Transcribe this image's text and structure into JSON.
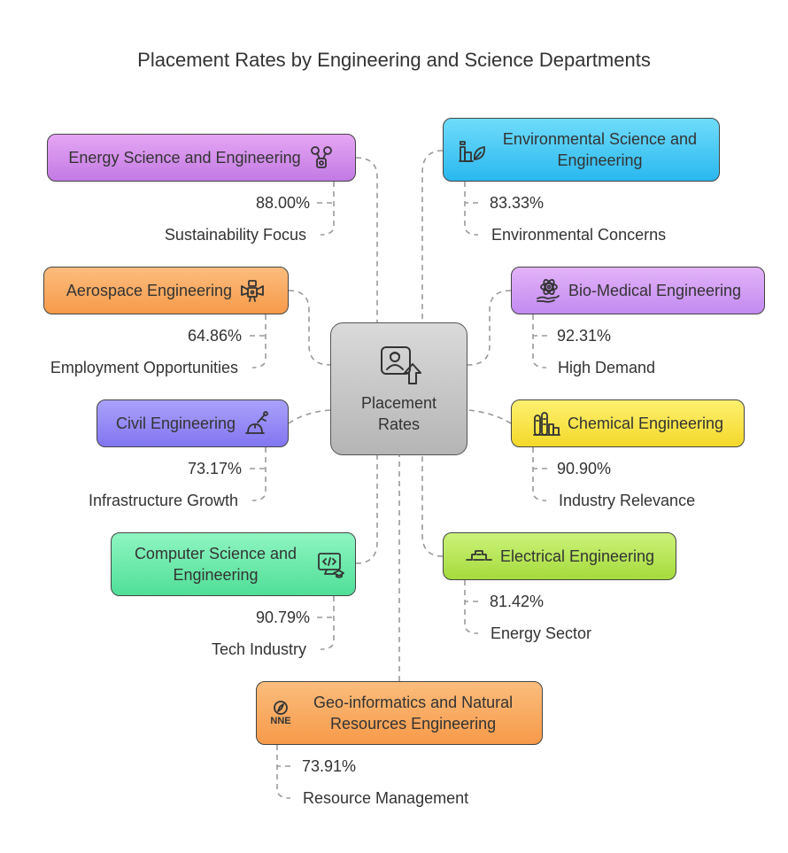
{
  "title": "Placement Rates by Engineering and Science Departments",
  "center": {
    "line1": "Placement",
    "line2": "Rates",
    "icon": "profile-upload-icon"
  },
  "departments": [
    {
      "name": "Energy Science and Engineering",
      "rate": "88.00%",
      "note": "Sustainability Focus",
      "icon": "engine-icon",
      "color": "#d38cf0"
    },
    {
      "name": "Environmental Science and Engineering",
      "rate": "83.33%",
      "note": "Environmental Concerns",
      "icon": "eco-factory-icon",
      "color": "#44c6f5"
    },
    {
      "name": "Aerospace Engineering",
      "rate": "64.86%",
      "note": "Employment Opportunities",
      "icon": "satellite-icon",
      "color": "#f9aa62"
    },
    {
      "name": "Bio-Medical Engineering",
      "rate": "92.31%",
      "note": "High Demand",
      "icon": "atom-hand-icon",
      "color": "#d49ef5"
    },
    {
      "name": "Civil Engineering",
      "rate": "73.17%",
      "note": "Infrastructure Growth",
      "icon": "crane-helmet-icon",
      "color": "#9489f6"
    },
    {
      "name": "Chemical Engineering",
      "rate": "90.90%",
      "note": "Industry Relevance",
      "icon": "chemical-plant-icon",
      "color": "#f9e34a"
    },
    {
      "name": "Computer Science and Engineering",
      "rate": "90.79%",
      "note": "Tech Industry",
      "icon": "code-screen-icon",
      "color": "#6fecab"
    },
    {
      "name": "Electrical Engineering",
      "rate": "81.42%",
      "note": "Energy Sector",
      "icon": "circuit-icon",
      "color": "#b8e65a"
    },
    {
      "name": "Geo-informatics and Natural Resources Engineering",
      "rate": "73.91%",
      "note": "Resource Management",
      "icon": "nne-compass-icon",
      "icon_text": "NNE",
      "color": "#f9aa62"
    }
  ]
}
